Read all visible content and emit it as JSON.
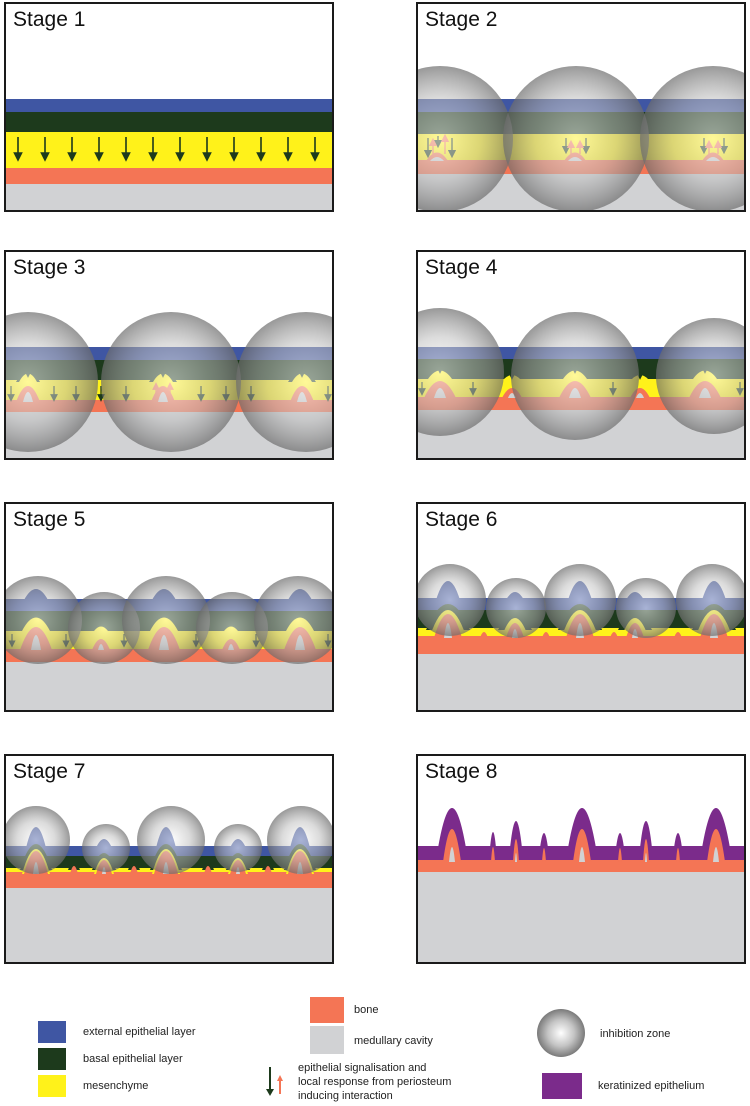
{
  "colors": {
    "external_epithelial": "#3f56a3",
    "basal_epithelial": "#1d3a1c",
    "mesenchyme": "#fff21a",
    "bone": "#f47555",
    "medullary": "#d1d2d4",
    "keratinized": "#7b2b8b",
    "arrow_dark": "#1d3a1c",
    "arrow_red": "#f47555"
  },
  "stages": [
    {
      "label": "Stage 1"
    },
    {
      "label": "Stage 2"
    },
    {
      "label": "Stage 3"
    },
    {
      "label": "Stage 4"
    },
    {
      "label": "Stage 5"
    },
    {
      "label": "Stage 6"
    },
    {
      "label": "Stage 7"
    },
    {
      "label": "Stage 8"
    }
  ],
  "legend": {
    "external": "external epithelial layer",
    "basal": "basal epithelial layer",
    "mesenchyme": "mesenchyme",
    "bone": "bone",
    "medullary": "medullary cavity",
    "signal_line1": "epithelial signalisation and",
    "signal_line2": "local response from periosteum",
    "signal_line3": "inducing interaction",
    "inhibition": "inhibition zone",
    "keratinized": "keratinized epithelium"
  }
}
